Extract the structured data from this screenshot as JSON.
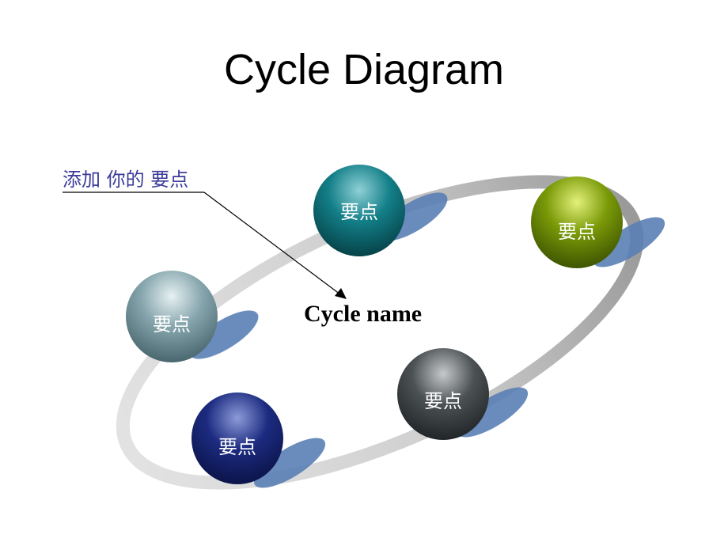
{
  "title": "Cycle Diagram",
  "callout": {
    "text": "添加 你的 要点"
  },
  "center_label": "Cycle name",
  "nodes": [
    {
      "label": "要点",
      "color": "#0d6a72"
    },
    {
      "label": "要点",
      "color": "#7a9a08"
    },
    {
      "label": "要点",
      "color": "#44494c"
    },
    {
      "label": "要点",
      "color": "#1a2a7a"
    },
    {
      "label": "要点",
      "color": "#7d9da6"
    }
  ],
  "colors": {
    "ring": "#c8c8c8",
    "shadow": "#5a7fb5",
    "callout_text": "#3b3b9a",
    "callout_line": "#000000"
  }
}
